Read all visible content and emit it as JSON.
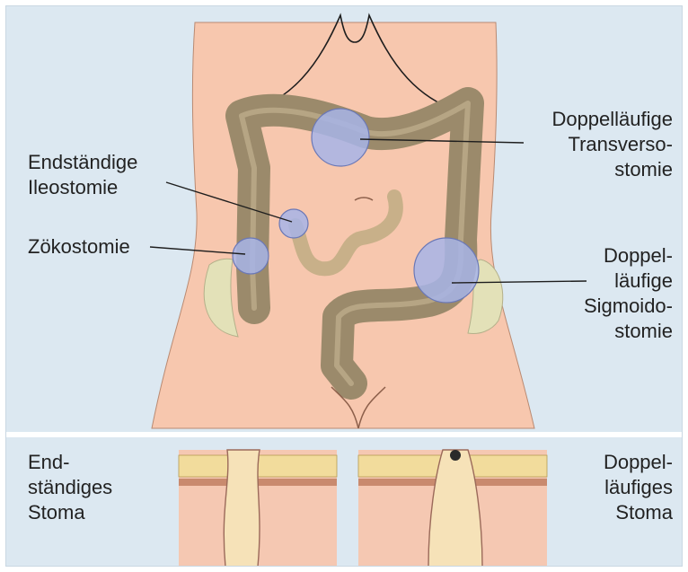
{
  "labels": {
    "transverso": [
      "Doppelläufige",
      "Transverso-",
      "stomie"
    ],
    "ileostomie": [
      "Endständige",
      "Ileostomie"
    ],
    "zoekostomie": [
      "Zökostomie"
    ],
    "sigmoido": [
      "Doppel-",
      "läufige",
      "Sigmoido-",
      "stomie"
    ],
    "end_stoma": [
      "End-",
      "ständiges",
      "Stoma"
    ],
    "doppel_stoma": [
      "Doppel-",
      "läufiges",
      "Stoma"
    ]
  },
  "colors": {
    "background": "#dce8f1",
    "skin": "#f7c7ae",
    "colon": "#9b8a6b",
    "small_bowel": "#c8b089",
    "stoma_highlight": "#a7b4e8",
    "pelvis": "#e3e1b8",
    "fat_layer": "#f2dc9c",
    "muscle_layer": "#c98a6e"
  }
}
